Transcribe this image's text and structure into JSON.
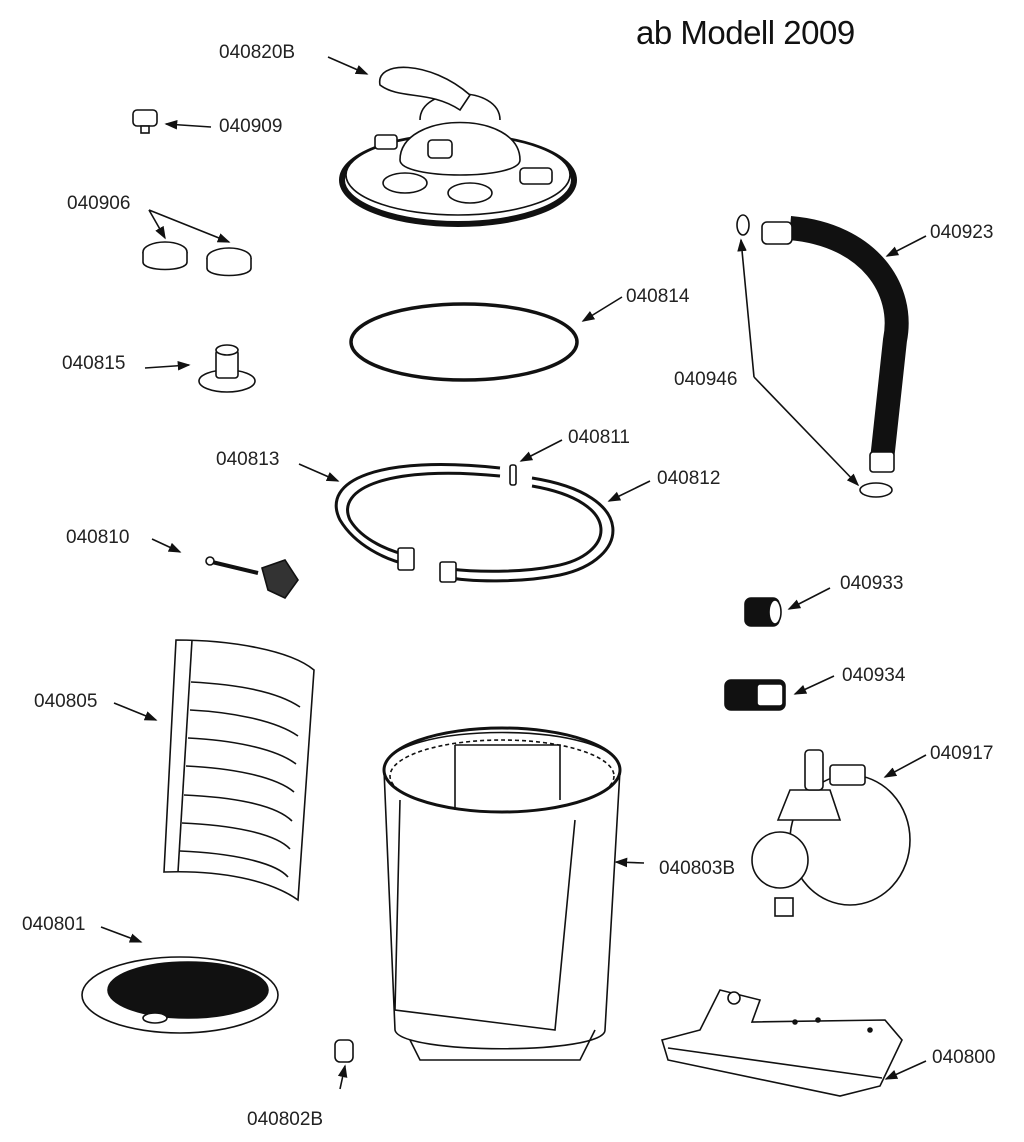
{
  "title": "ab Modell 2009",
  "parts": [
    {
      "id": "040820B",
      "name": "multiport-valve"
    },
    {
      "id": "040909",
      "name": "pressure-gauge-plug"
    },
    {
      "id": "040906",
      "name": "caps"
    },
    {
      "id": "040814",
      "name": "o-ring"
    },
    {
      "id": "040815",
      "name": "air-release-valve"
    },
    {
      "id": "040813",
      "name": "clamp-half-left"
    },
    {
      "id": "040811",
      "name": "pin"
    },
    {
      "id": "040812",
      "name": "clamp-half-right"
    },
    {
      "id": "040810",
      "name": "clamp-bolt-and-knob"
    },
    {
      "id": "040805",
      "name": "laterals"
    },
    {
      "id": "040801",
      "name": "bottom-plate"
    },
    {
      "id": "040802B",
      "name": "drain-plug"
    },
    {
      "id": "040803B",
      "name": "tank"
    },
    {
      "id": "040923",
      "name": "hose"
    },
    {
      "id": "040946",
      "name": "hose-clamps"
    },
    {
      "id": "040933",
      "name": "connector-a"
    },
    {
      "id": "040934",
      "name": "connector-b"
    },
    {
      "id": "040917",
      "name": "pump"
    },
    {
      "id": "040800",
      "name": "base-plate"
    }
  ],
  "colors": {
    "line": "#111111",
    "text": "#222222",
    "background": "#ffffff"
  }
}
